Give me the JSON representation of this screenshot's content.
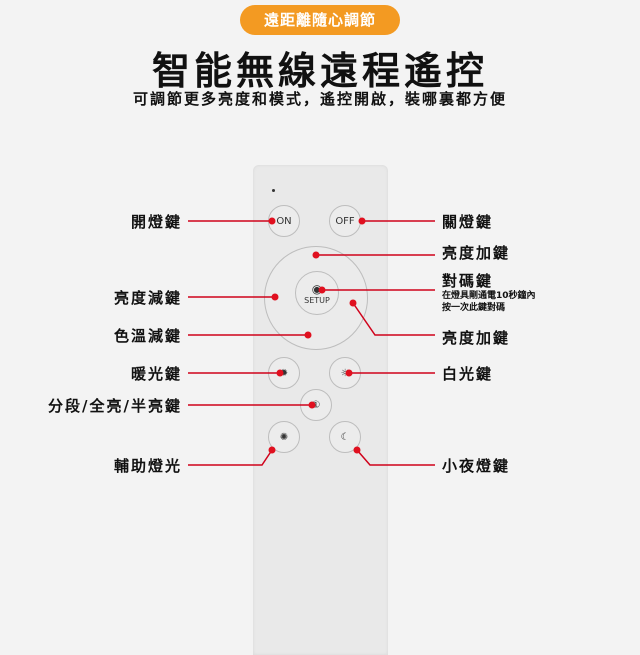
{
  "badge": "遠距離隨心調節",
  "title": "智能無線遠程遙控",
  "subtitle": "可調節更多亮度和模式，遙控開啟，裝哪裏都方便",
  "remote": {
    "on": "ON",
    "off": "OFF",
    "setup": "SETUP"
  },
  "labels": {
    "on": "開燈鍵",
    "off": "關燈鍵",
    "bright_up_top": "亮度加鍵",
    "pair": "對碼鍵",
    "pair_note_1": "在燈具剛通電10秒鐘內",
    "pair_note_2": "按一次此鍵對碼",
    "bright_down": "亮度減鍵",
    "color_temp_down": "色溫減鍵",
    "bright_up_right": "亮度加鍵",
    "warm": "暖光鍵",
    "white": "白光鍵",
    "segment": "分段/全亮/半亮鍵",
    "aux": "輔助燈光",
    "night": "小夜燈鍵"
  },
  "colors": {
    "accent": "#f39a22",
    "callout": "#d0021b"
  }
}
